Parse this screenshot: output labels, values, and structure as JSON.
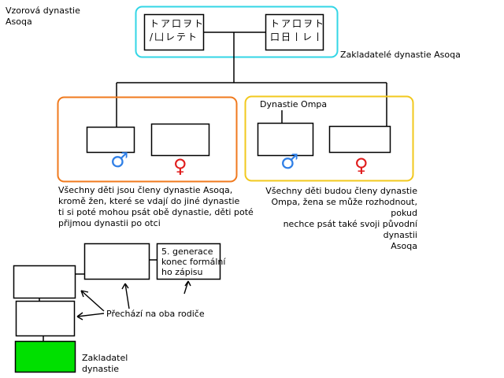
{
  "title": "Vzorová dynastie\nAsoqa",
  "founders": {
    "left_name": "トア口ヲト\n/凵レテト",
    "right_name": "トア口ヲト\n口日ㅣレㅣ",
    "label": "Zakladatelé dynastie Asoqa"
  },
  "right_group": {
    "label": "Dynastie Ompa"
  },
  "notes": {
    "left": "Všechny děti jsou členy dynastie Asoqa,\nkromě žen, které se vdají do jiné dynastie\nti si poté mohou psát obě dynastie, děti poté\npřijmou dynastii po otci",
    "right": "Všechny děti budou členy dynastie\nOmpa, žena se může rozhodnout, pokud\nnechce psát také svoji původní dynastii\nAsoqa"
  },
  "legend": {
    "generation_note": "5. generace\nkonec formální\nho zápisu",
    "inherit_note": "Přechází na oba rodiče",
    "founder_note": "Zakladatel\ndynastie"
  },
  "symbols": {
    "male": "♂",
    "female": "♀"
  },
  "colors": {
    "founders_frame": "#33d6e6",
    "left_group_frame": "#f07a1e",
    "right_group_frame": "#f2c81e",
    "male": "#2f7fe6",
    "female": "#e01b1b",
    "founder_fill": "#00e000"
  }
}
